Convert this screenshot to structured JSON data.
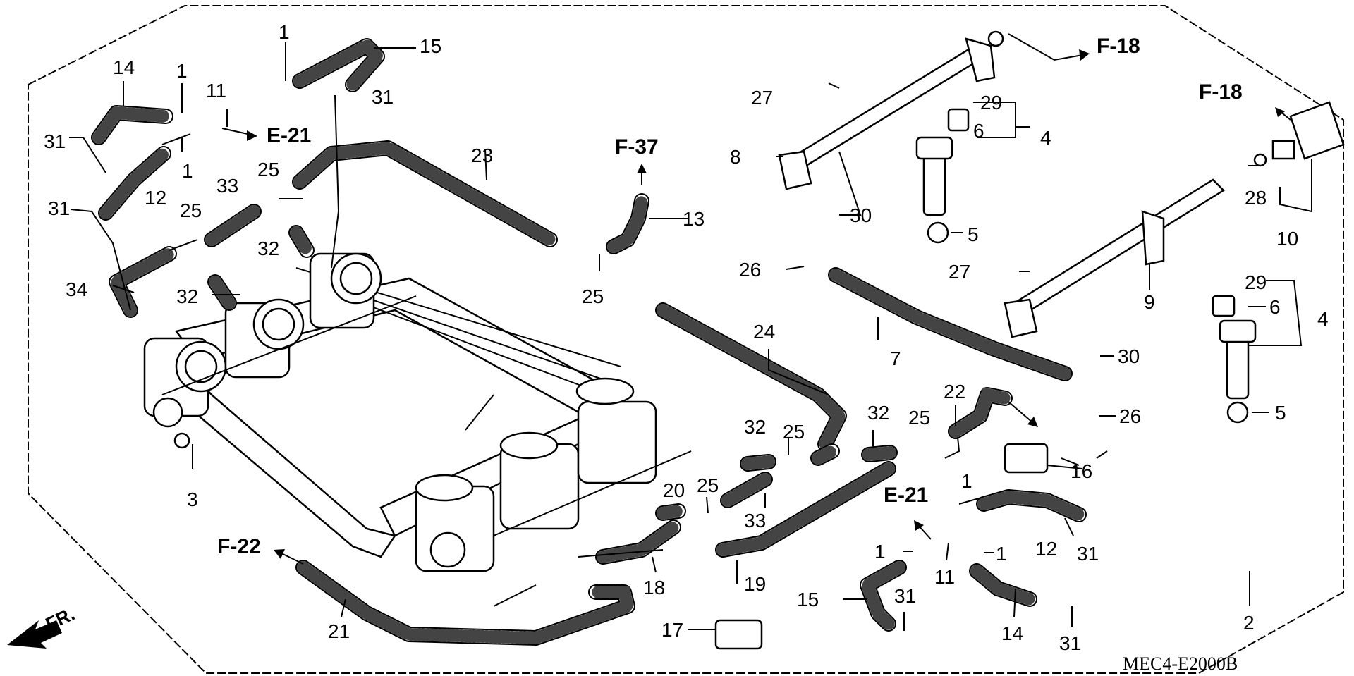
{
  "diagram": {
    "code": "MEC4-E2000B",
    "direction_label": "FR.",
    "callouts": [
      {
        "id": "c14a",
        "label": "14"
      },
      {
        "id": "c1a",
        "label": "1"
      },
      {
        "id": "c1b",
        "label": "1"
      },
      {
        "id": "c15a",
        "label": "15"
      },
      {
        "id": "c31a",
        "label": "31"
      },
      {
        "id": "c11a",
        "label": "11"
      },
      {
        "id": "c31b",
        "label": "31"
      },
      {
        "id": "c1c",
        "label": "1"
      },
      {
        "id": "c12a",
        "label": "12"
      },
      {
        "id": "c31c",
        "label": "31"
      },
      {
        "id": "c33a",
        "label": "33"
      },
      {
        "id": "c25a",
        "label": "25"
      },
      {
        "id": "c25b",
        "label": "25"
      },
      {
        "id": "c32a",
        "label": "32"
      },
      {
        "id": "c23",
        "label": "23"
      },
      {
        "id": "c34",
        "label": "34"
      },
      {
        "id": "c32b",
        "label": "32"
      },
      {
        "id": "c13",
        "label": "13"
      },
      {
        "id": "c25c",
        "label": "25"
      },
      {
        "id": "c24",
        "label": "24"
      },
      {
        "id": "c3",
        "label": "3"
      },
      {
        "id": "c27a",
        "label": "27"
      },
      {
        "id": "c29a",
        "label": "29"
      },
      {
        "id": "c6a",
        "label": "6"
      },
      {
        "id": "c4a",
        "label": "4"
      },
      {
        "id": "c8",
        "label": "8"
      },
      {
        "id": "c30a",
        "label": "30"
      },
      {
        "id": "c5a",
        "label": "5"
      },
      {
        "id": "c26a",
        "label": "26"
      },
      {
        "id": "c7",
        "label": "7"
      },
      {
        "id": "c27b",
        "label": "27"
      },
      {
        "id": "c9",
        "label": "9"
      },
      {
        "id": "c28",
        "label": "28"
      },
      {
        "id": "c10",
        "label": "10"
      },
      {
        "id": "c29b",
        "label": "29"
      },
      {
        "id": "c6b",
        "label": "6"
      },
      {
        "id": "c4b",
        "label": "4"
      },
      {
        "id": "c30b",
        "label": "30"
      },
      {
        "id": "c26b",
        "label": "26"
      },
      {
        "id": "c5b",
        "label": "5"
      },
      {
        "id": "c22",
        "label": "22"
      },
      {
        "id": "c32c",
        "label": "32"
      },
      {
        "id": "c25d",
        "label": "25"
      },
      {
        "id": "c32d",
        "label": "32"
      },
      {
        "id": "c25e",
        "label": "25"
      },
      {
        "id": "c16",
        "label": "16"
      },
      {
        "id": "c20",
        "label": "20"
      },
      {
        "id": "c25f",
        "label": "25"
      },
      {
        "id": "c33b",
        "label": "33"
      },
      {
        "id": "c1d",
        "label": "1"
      },
      {
        "id": "c12b",
        "label": "12"
      },
      {
        "id": "c31d",
        "label": "31"
      },
      {
        "id": "c1e",
        "label": "1"
      },
      {
        "id": "c11b",
        "label": "11"
      },
      {
        "id": "c1f",
        "label": "1"
      },
      {
        "id": "c18",
        "label": "18"
      },
      {
        "id": "c19",
        "label": "19"
      },
      {
        "id": "c15b",
        "label": "15"
      },
      {
        "id": "c31e",
        "label": "31"
      },
      {
        "id": "c14b",
        "label": "14"
      },
      {
        "id": "c31f",
        "label": "31"
      },
      {
        "id": "c17",
        "label": "17"
      },
      {
        "id": "c21",
        "label": "21"
      },
      {
        "id": "c2",
        "label": "2"
      }
    ],
    "refs": [
      {
        "id": "rE21a",
        "label": "E-21"
      },
      {
        "id": "rF37",
        "label": "F-37"
      },
      {
        "id": "rF18a",
        "label": "F-18"
      },
      {
        "id": "rF18b",
        "label": "F-18"
      },
      {
        "id": "rE21b",
        "label": "E-21"
      },
      {
        "id": "rF22",
        "label": "F-22"
      }
    ]
  }
}
